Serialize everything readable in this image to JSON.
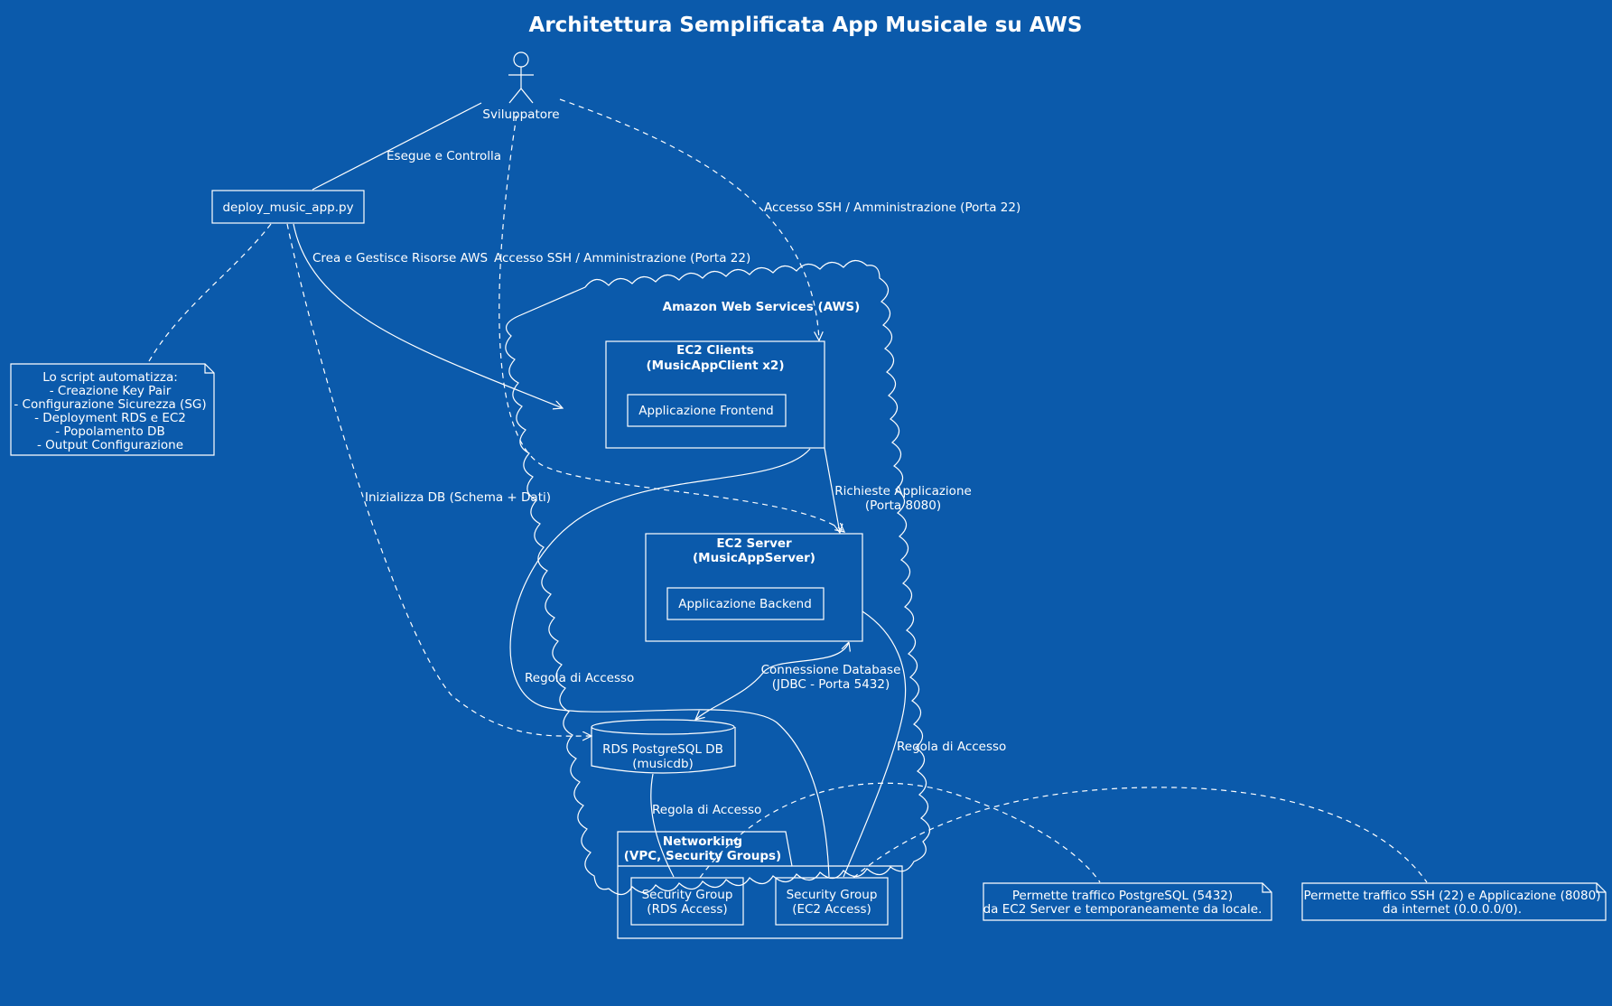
{
  "title": "Architettura Semplificata App Musicale su AWS",
  "actor": {
    "label": "Sviluppatore"
  },
  "script": {
    "label": "deploy_music_app.py"
  },
  "note_script": {
    "lines": [
      "Lo script automatizza:",
      "- Creazione Key Pair",
      "- Configurazione Sicurezza (SG)",
      "- Deployment RDS e EC2",
      "- Popolamento DB",
      "- Output Configurazione"
    ]
  },
  "cloud": {
    "label": "Amazon Web Services (AWS)"
  },
  "clients": {
    "title": [
      "EC2 Clients",
      "(MusicAppClient x2)"
    ],
    "component": "Applicazione Frontend"
  },
  "server": {
    "title": [
      "EC2 Server",
      "(MusicAppServer)"
    ],
    "component": "Applicazione Backend"
  },
  "database": {
    "lines": [
      "RDS PostgreSQL DB",
      "(musicdb)"
    ]
  },
  "networking": {
    "title": [
      "Networking",
      "(VPC, Security Groups)"
    ],
    "sg_rds": [
      "Security Group",
      "(RDS Access)"
    ],
    "sg_ec2": [
      "Security Group",
      "(EC2 Access)"
    ]
  },
  "note_rds": {
    "lines": [
      "Permette traffico PostgreSQL (5432)",
      "da EC2 Server e temporaneamente da locale."
    ]
  },
  "note_ec2": {
    "lines": [
      "Permette traffico SSH (22) e Applicazione (8080)",
      "da internet (0.0.0.0/0)."
    ]
  },
  "edges": {
    "runs": "Esegue e Controlla",
    "ssh_clients": "Accesso SSH / Amministrazione (Porta 22)",
    "ssh_server": "Accesso SSH / Amministrazione (Porta 22)",
    "creates": "Crea e Gestisce Risorse AWS",
    "init_db": "Inizializza DB (Schema + Dati)",
    "requests": [
      "Richieste Applicazione",
      "(Porta 8080)"
    ],
    "db_conn": [
      "Connessione Database",
      "(JDBC - Porta 5432)"
    ],
    "rule_clients": "Regola di Accesso",
    "rule_server": "Regola di Accesso",
    "rule_db": "Regola di Accesso"
  }
}
